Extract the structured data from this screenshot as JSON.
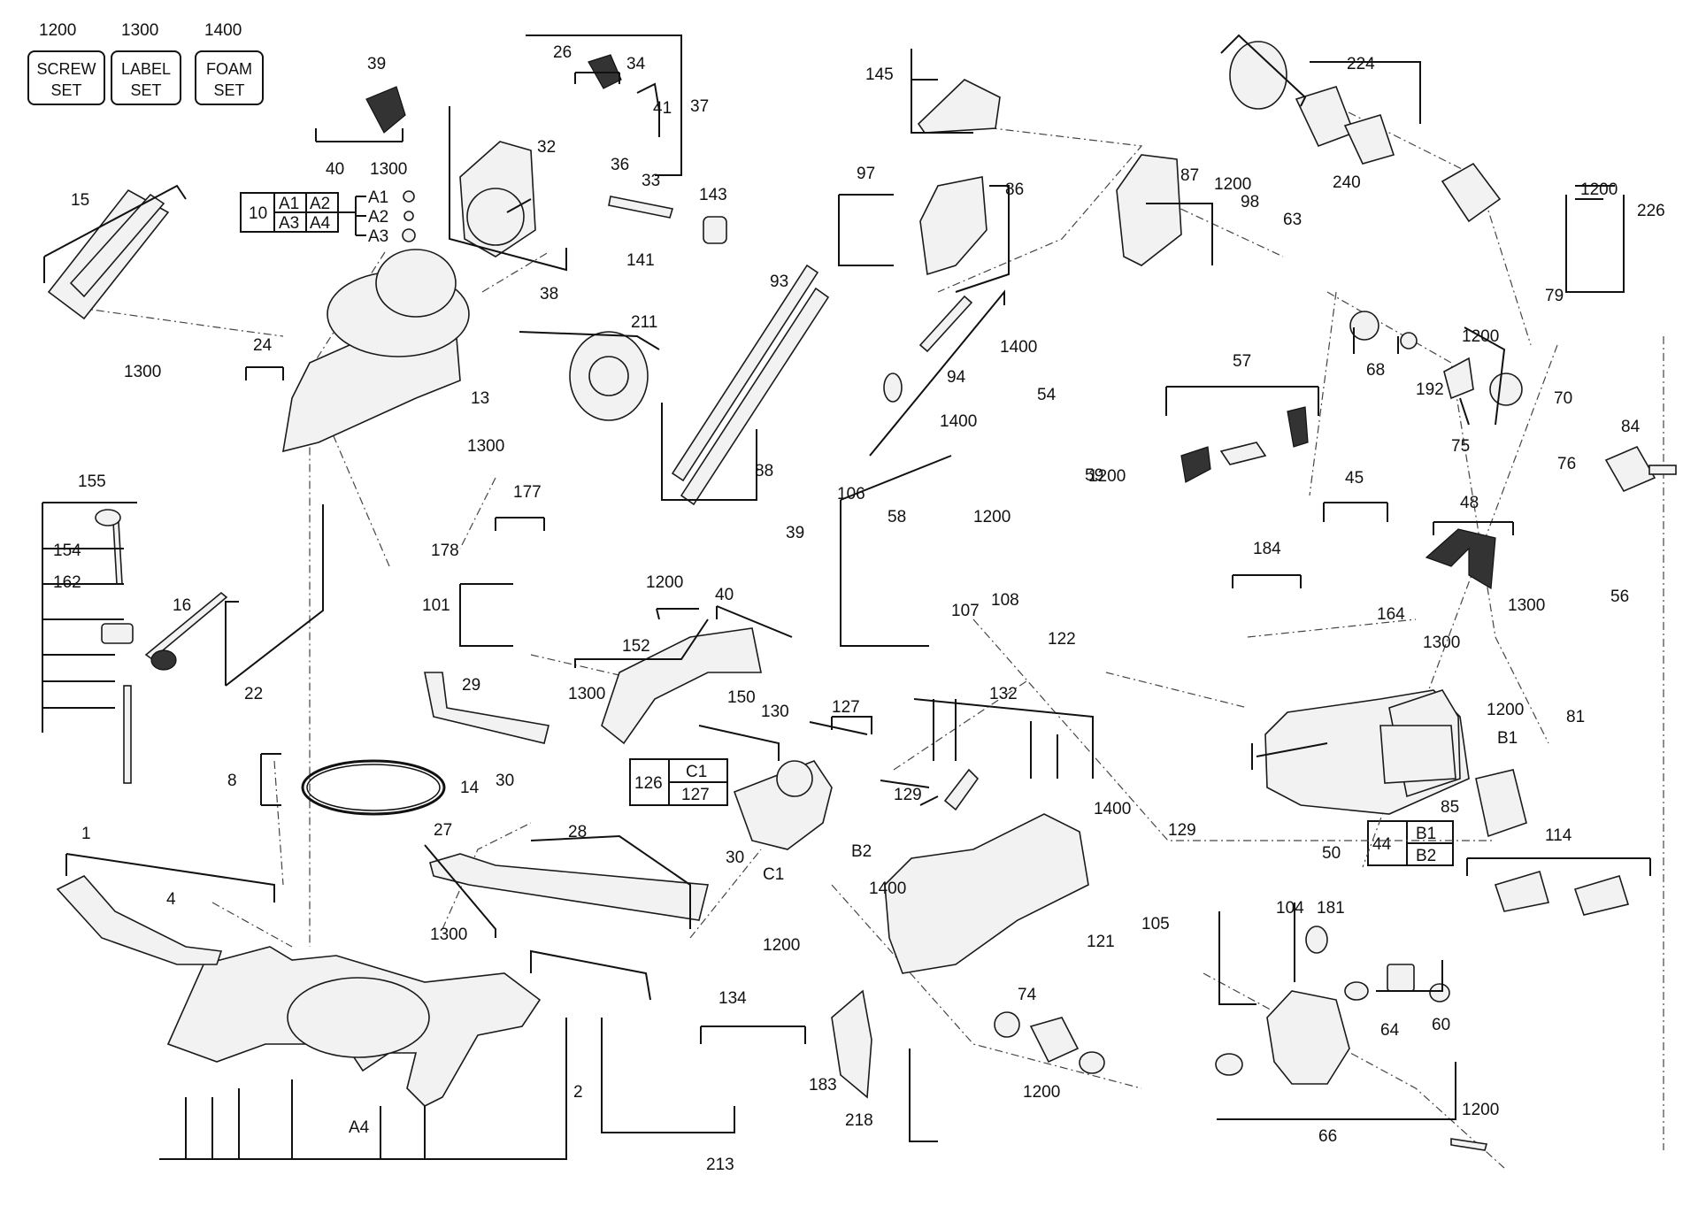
{
  "sets": [
    {
      "num": "1200",
      "line1": "SCREW",
      "line2": "SET"
    },
    {
      "num": "1300",
      "line1": "LABEL",
      "line2": "SET"
    },
    {
      "num": "1400",
      "line1": "FOAM",
      "line2": "SET"
    }
  ],
  "group_table_10": {
    "id": "10",
    "cells": [
      "A1",
      "A2",
      "A3",
      "A4"
    ],
    "side": [
      "A1",
      "A2",
      "A3"
    ]
  },
  "group_table_126": {
    "id": "126",
    "cells": [
      "C1",
      "127"
    ]
  },
  "group_table_44": {
    "id": "44",
    "cells": [
      "B1",
      "B2"
    ]
  },
  "labels": [
    "39",
    "40",
    "1300",
    "26",
    "34",
    "41",
    "37",
    "32",
    "36",
    "33",
    "143",
    "141",
    "38",
    "15",
    "24",
    "1300",
    "13",
    "1300",
    "155",
    "154",
    "162",
    "16",
    "22",
    "8",
    "14",
    "1",
    "4",
    "30",
    "27",
    "28",
    "30",
    "1300",
    "2",
    "A4",
    "211",
    "177",
    "178",
    "101",
    "29",
    "39",
    "1200",
    "40",
    "152",
    "1300",
    "150",
    "130",
    "127",
    "C1",
    "145",
    "97",
    "86",
    "93",
    "88",
    "94",
    "87",
    "1200",
    "98",
    "63",
    "1400",
    "54",
    "1400",
    "1200",
    "106",
    "58",
    "1200",
    "59",
    "108",
    "107",
    "122",
    "132",
    "129",
    "B2",
    "1400",
    "1400",
    "129",
    "121",
    "1200",
    "134",
    "213",
    "183",
    "74",
    "1200",
    "218",
    "224",
    "240",
    "1200",
    "226",
    "79",
    "68",
    "192",
    "1200",
    "70",
    "75",
    "76",
    "84",
    "57",
    "45",
    "48",
    "184",
    "56",
    "164",
    "1300",
    "1300",
    "1200",
    "81",
    "B1",
    "85",
    "50",
    "114",
    "105",
    "104",
    "181",
    "64",
    "60",
    "66",
    "1200"
  ]
}
